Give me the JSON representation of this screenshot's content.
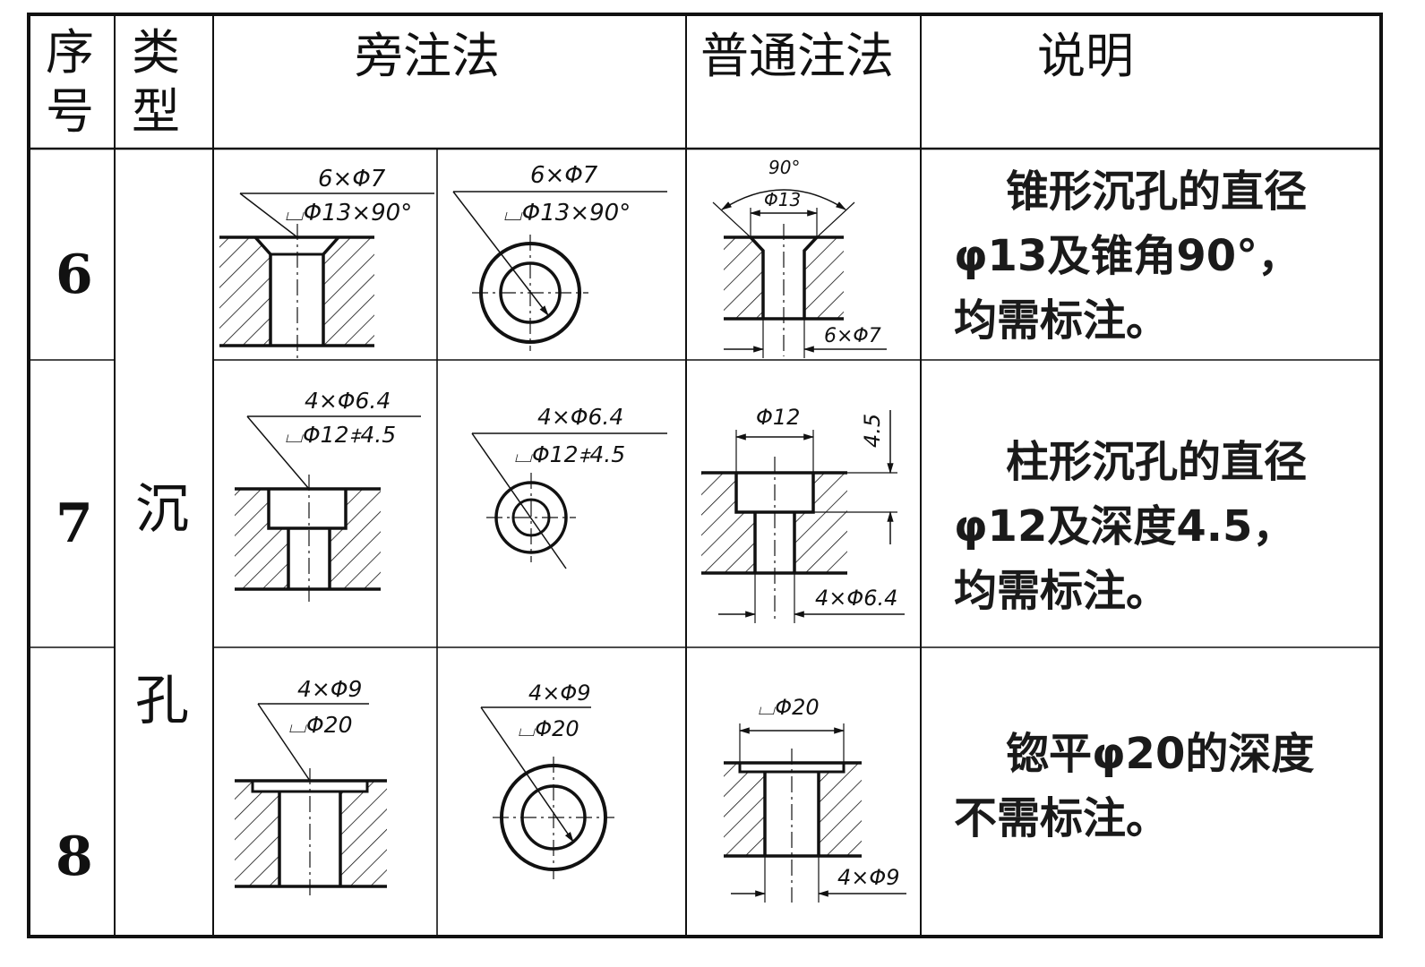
{
  "header": {
    "seq": "序号",
    "type": "类型",
    "side": "旁注法",
    "normal": "普通注法",
    "note": "说明"
  },
  "type_label": "沉孔",
  "rows": [
    {
      "seq": "6",
      "side_a": {
        "top": "6×Φ7",
        "bottom": "⌴Φ13×90°"
      },
      "side_b": {
        "top": "6×Φ7",
        "bottom": "⌴Φ13×90°"
      },
      "normal": {
        "angle": "90°",
        "dia": "Φ13",
        "holes": "6×Φ7"
      },
      "note": [
        "锥形沉孔的直径",
        "φ13及锥角90°，",
        "均需标注。"
      ]
    },
    {
      "seq": "7",
      "side_a": {
        "top": "4×Φ6.4",
        "bottom": "⌴Φ12⧧4.5"
      },
      "side_b": {
        "top": "4×Φ6.4",
        "bottom": "⌴Φ12⧧4.5"
      },
      "normal": {
        "dia": "Φ12",
        "depth": "4.5",
        "holes": "4×Φ6.4"
      },
      "note": [
        "柱形沉孔的直径",
        "φ12及深度4.5，",
        "均需标注。"
      ]
    },
    {
      "seq": "8",
      "side_a": {
        "top": "4×Φ9",
        "bottom": "⌴Φ20"
      },
      "side_b": {
        "top": "4×Φ9",
        "bottom": "⌴Φ20"
      },
      "normal": {
        "dia": "⌴Φ20",
        "holes": "4×Φ9"
      },
      "note": [
        "锪平φ20的深度",
        "不需标注。"
      ]
    }
  ]
}
